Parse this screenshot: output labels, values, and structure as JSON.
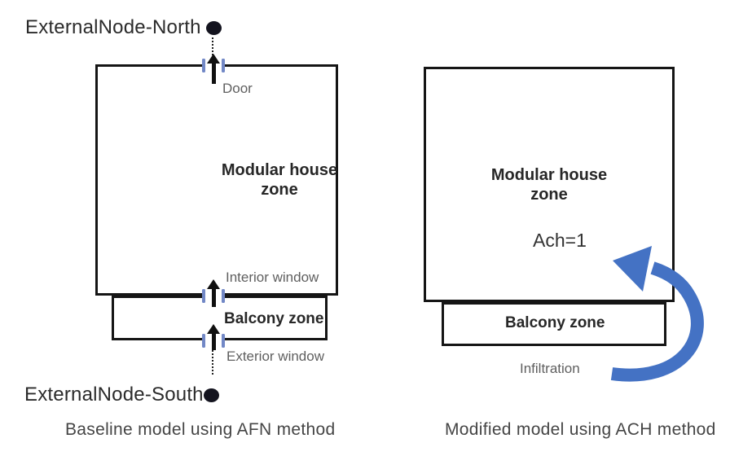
{
  "figure": {
    "left": {
      "external_node_north": "ExternalNode-North",
      "external_node_south": "ExternalNode-South",
      "door_label": "Door",
      "interior_window_label": "Interior window",
      "exterior_window_label": "Exterior window",
      "house_zone_line1": "Modular house",
      "house_zone_line2": "zone",
      "balcony_zone_label": "Balcony zone",
      "caption": "Baseline model using AFN method"
    },
    "right": {
      "house_zone_line1": "Modular house",
      "house_zone_line2": "zone",
      "ach_label": "Ach=1",
      "balcony_zone_label": "Balcony zone",
      "infiltration_label": "Infiltration",
      "caption": "Modified model using ACH method"
    },
    "colors": {
      "flow_arrow_blue": "#4472c4",
      "opening_bracket_blue": "#7288c6",
      "outline_black": "#151515",
      "label_gray": "#5f5f5f"
    }
  }
}
